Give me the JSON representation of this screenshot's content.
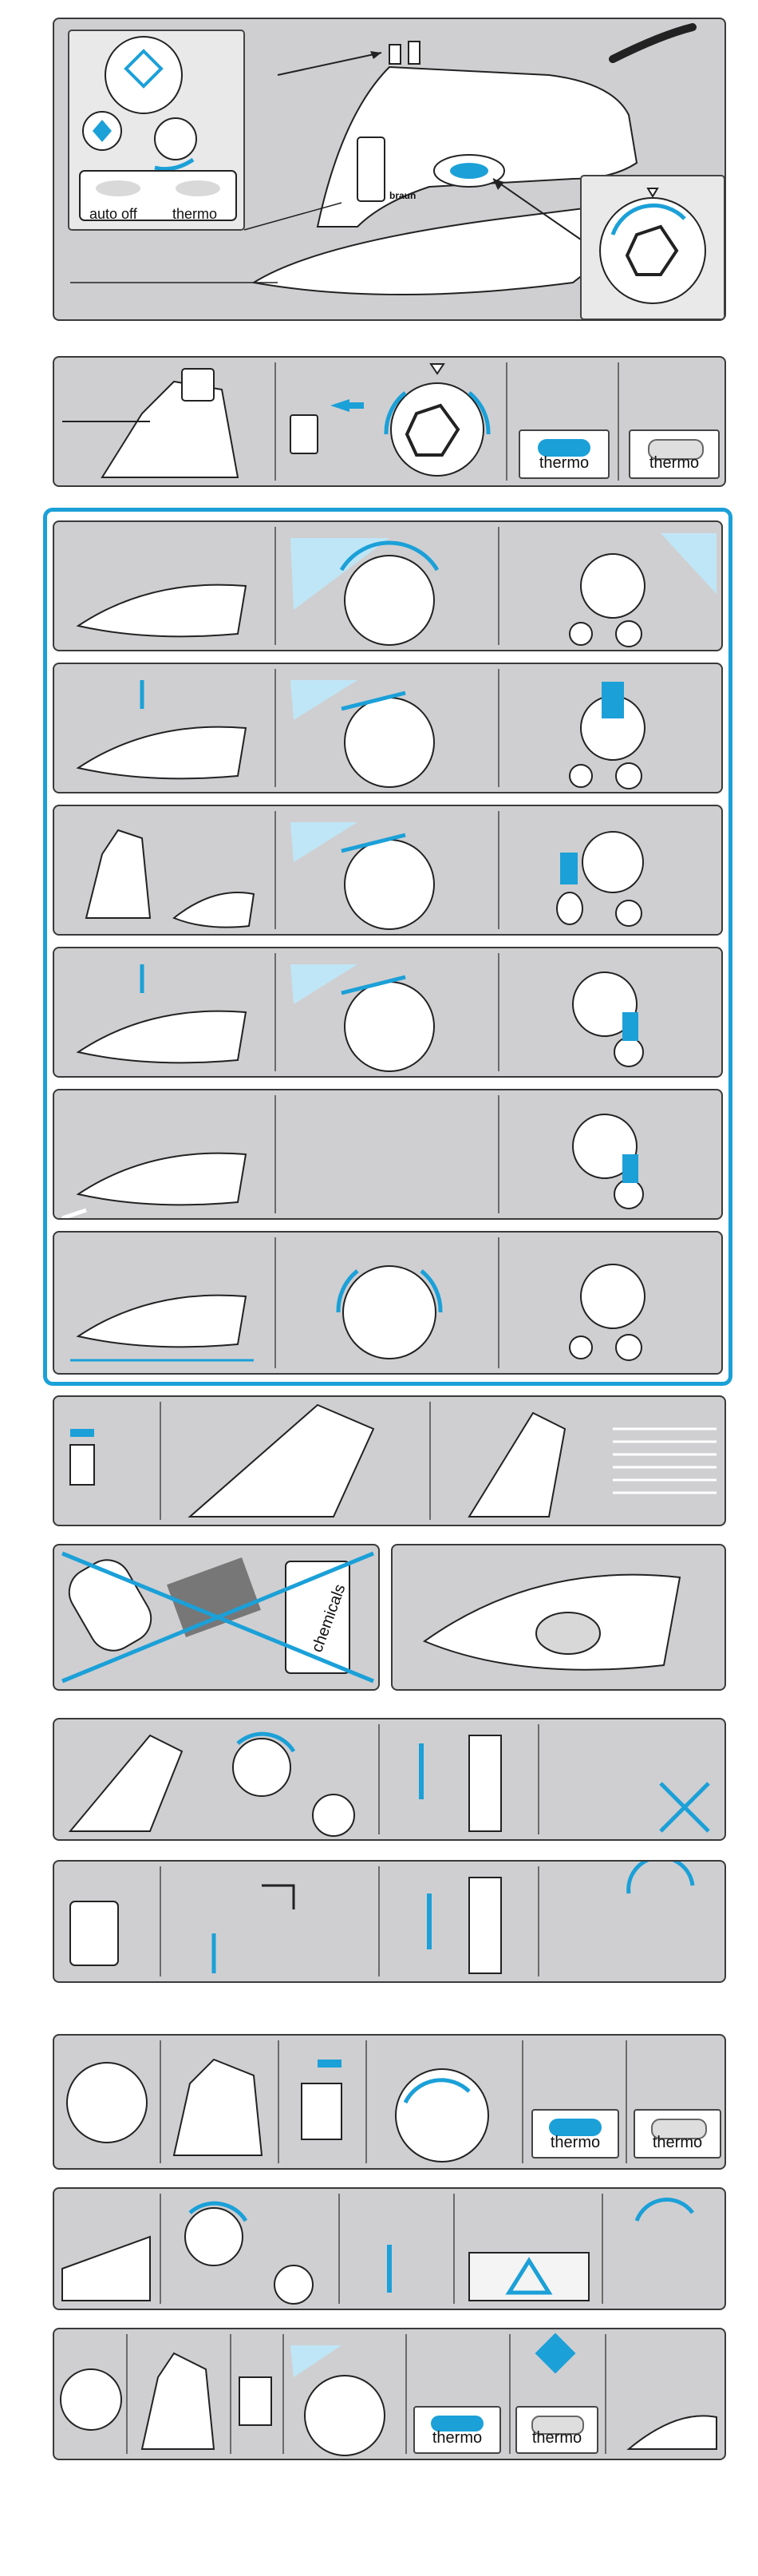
{
  "colors": {
    "accent": "#1ba0d8",
    "panel": "#cfcfd1",
    "outline": "#222222",
    "frame": "#1ba0d8"
  },
  "labels": {
    "auto_off": "auto off",
    "thermo": "thermo",
    "brand": "braun",
    "chemicals": "chemicals"
  },
  "icons": [
    "iron-icon",
    "temperature-dial-icon",
    "plug-icon",
    "socket-icon",
    "spray-button-icon",
    "steam-shot-icon",
    "water-drop-icon",
    "arrow-icon",
    "cross-out-icon",
    "cleaning-brush-icon",
    "tap-water-icon",
    "anti-calc-valve-icon"
  ]
}
